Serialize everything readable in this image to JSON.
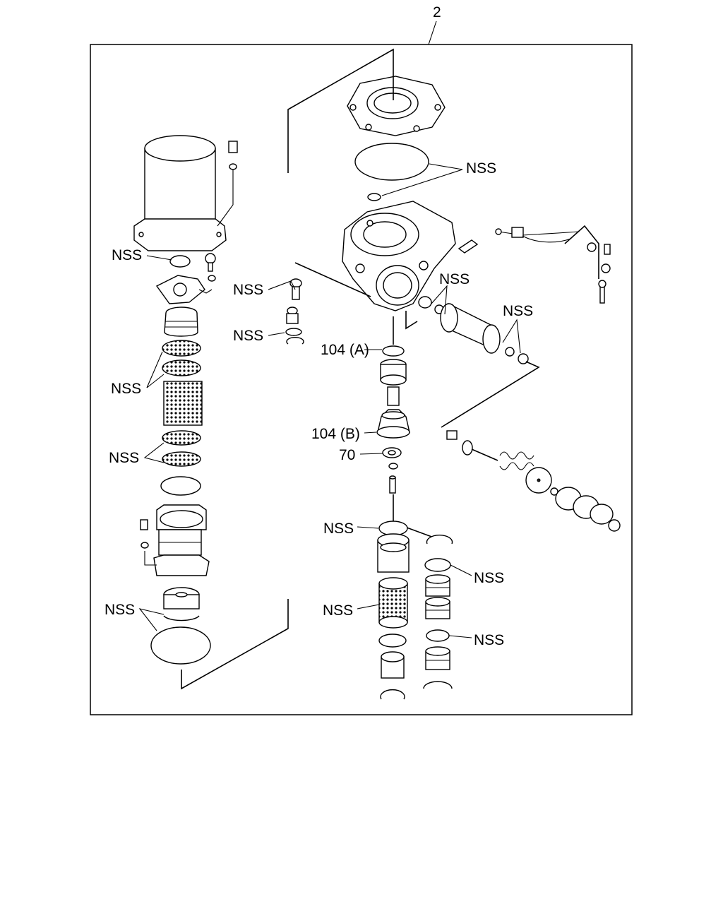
{
  "figure": {
    "reference_number": "2"
  },
  "callouts": {
    "nss_top_oring": "NSS",
    "nss_left_seal": "NSS",
    "nss_valve_top": "NSS",
    "nss_valve_bottom": "NSS",
    "nss_filter_screens": "NSS",
    "nss_lower_screens": "NSS",
    "nss_side_fitting": "NSS",
    "nss_right_oring": "NSS",
    "part_104a": "104 (A)",
    "part_104b": "104 (B)",
    "part_70": "70",
    "nss_piston_oring": "NSS",
    "nss_right_oring_2": "NSS",
    "nss_mesh_filter": "NSS",
    "nss_right_cap": "NSS",
    "nss_bottom_seals": "NSS"
  }
}
